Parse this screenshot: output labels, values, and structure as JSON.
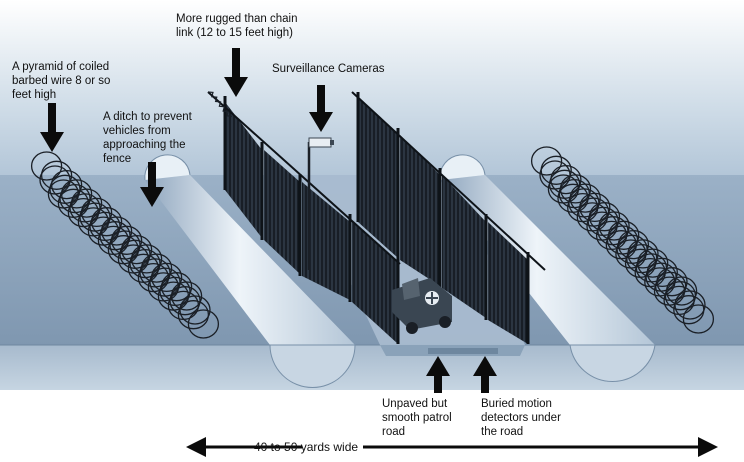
{
  "labels": {
    "barbed_wire": [
      "A pyramid of coiled",
      "barbed wire 8 or so",
      "feet high"
    ],
    "ditch": [
      "A ditch to prevent",
      "vehicles from",
      "approaching the",
      "fence"
    ],
    "fence": [
      "More rugged than chain",
      "link (12 to 15 feet high)"
    ],
    "cameras": [
      "Surveillance Cameras"
    ],
    "road": [
      "Unpaved but",
      "smooth patrol",
      "road"
    ],
    "detectors": [
      "Buried motion",
      "detectors under",
      "the road"
    ],
    "width": "40 to 50 yards wide"
  },
  "colors": {
    "sky": "#b8cadb",
    "ground_top": "#8ea5bd",
    "ground_front": "#a9bccf",
    "ditch": "#d4e1ec",
    "fence": "#1e2630",
    "arrow": "#0b0b0b"
  },
  "icons": [
    "arrow-down-icon",
    "arrow-up-icon",
    "double-arrow-icon",
    "camera-icon",
    "jeep-icon",
    "barbed-wire-coil-icon"
  ]
}
